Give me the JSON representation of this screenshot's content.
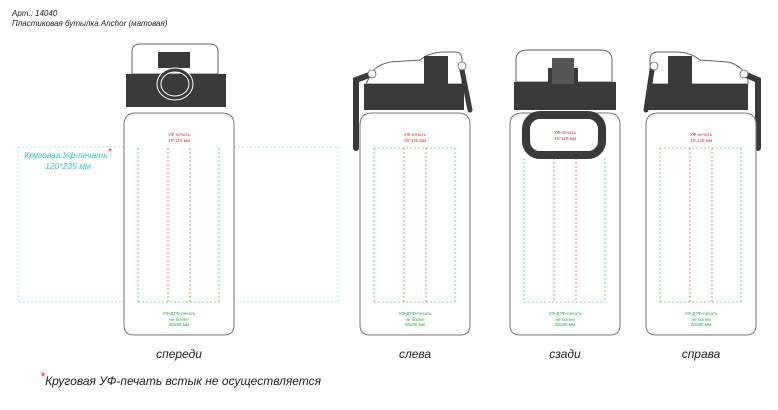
{
  "header": {
    "article": "Арт.: 14040",
    "product": "Пластиковая бутылка Anchor (матовая)"
  },
  "wrap_print": {
    "title": "Круговая Уф-печать",
    "star": "*",
    "size": "120*235 мм"
  },
  "views": [
    {
      "label": "спереди",
      "top_print": "УФ-печать\n15*120 мм",
      "bottom_print": "УФ-ДТФ-печать\nне более\n60x90 мм"
    },
    {
      "label": "слева",
      "top_print": "УФ-печать\n15*120 мм",
      "bottom_print": "УФ-ДТФ-печать\nне более\n60x90 мм"
    },
    {
      "label": "сзади",
      "top_print": "УФ-печать\n15*120 мм",
      "bottom_print": "УФ-ДТФ-печать\nне более\n60x90 мм"
    },
    {
      "label": "справа",
      "top_print": "УФ-печать\n15*120 мм",
      "bottom_print": "УФ-ДТФ-печать\nне более\n60x90 мм"
    }
  ],
  "footnote": {
    "star": "*",
    "text": "Круговая УФ-печать встык не осуществляется"
  },
  "colors": {
    "outline": "#666666",
    "cap_dark": "#3a3a3a",
    "uv_print_red": "#e3342f",
    "uvdtf_green": "#21b24a",
    "wrap_cyan": "#2ec4e0",
    "footnote_star": "#d61f8a"
  }
}
